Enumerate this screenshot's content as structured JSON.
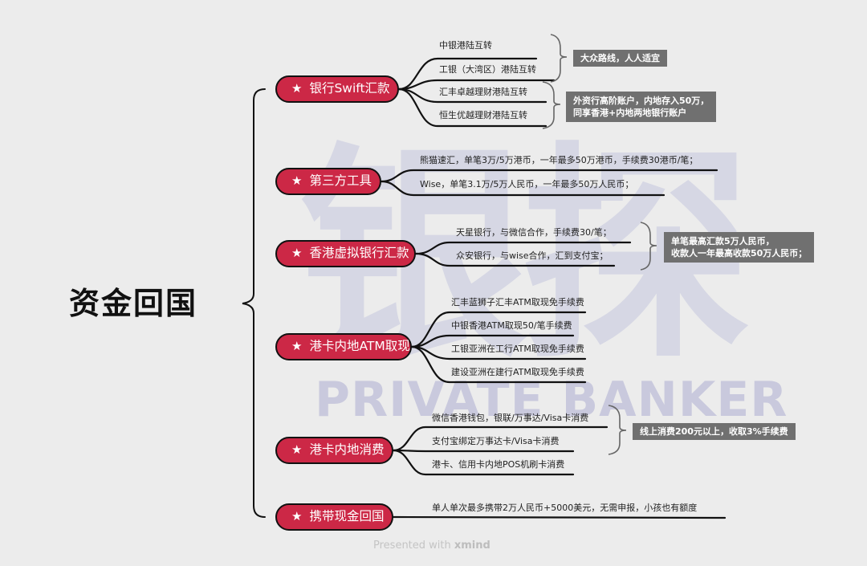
{
  "root": {
    "label": "资金回国"
  },
  "branches": [
    {
      "label": "银行Swift汇款",
      "children": [
        "中银港陆互转",
        "工银（大湾区）港陆互转",
        "汇丰卓越理财港陆互转",
        "恒生优越理财港陆互转"
      ],
      "notes": [
        "大众路线，人人适宜",
        "外资行高阶账户，内地存入50万，\n同享香港+内地两地银行账户"
      ]
    },
    {
      "label": "第三方工具",
      "children": [
        "熊猫速汇，单笔3万/5万港币，一年最多50万港币，手续费30港币/笔；",
        "Wise，单笔3.1万/5万人民币，一年最多50万人民币；"
      ]
    },
    {
      "label": "香港虚拟银行汇款",
      "children": [
        "天星银行，与微信合作，手续费30/笔；",
        "众安银行，与wise合作，汇到支付宝；"
      ],
      "notes": [
        "单笔最高汇款5万人民币，\n收款人一年最高收款50万人民币；"
      ]
    },
    {
      "label": "港卡内地ATM取现",
      "children": [
        "汇丰蓝狮子汇丰ATM取现免手续费",
        "中银香港ATM取现50/笔手续费",
        "工银亚洲在工行ATM取现免手续费",
        "建设亚洲在建行ATM取现免手续费"
      ]
    },
    {
      "label": "港卡内地消费",
      "children": [
        "微信香港钱包，银联/万事达/Visa卡消费",
        "支付宝绑定万事达卡/Visa卡消费",
        "港卡、信用卡内地POS机刷卡消费"
      ],
      "notes": [
        "线上消费200元以上，收取3%手续费"
      ]
    },
    {
      "label": "携带现金回国",
      "children": [
        "单人单次最多携带2万人民币+5000美元，无需申报，小孩也有额度"
      ]
    }
  ],
  "star_icon": "★",
  "watermark": {
    "cn": "银探",
    "en": "PRIVATE BANKER"
  },
  "footer": {
    "prefix": "Presented with ",
    "brand": "xmind"
  },
  "colors": {
    "node_fill": "#cc2846",
    "node_border": "#111111",
    "note_fill": "#707070",
    "background": "#ececec",
    "watermark": "#d6d7e4"
  }
}
